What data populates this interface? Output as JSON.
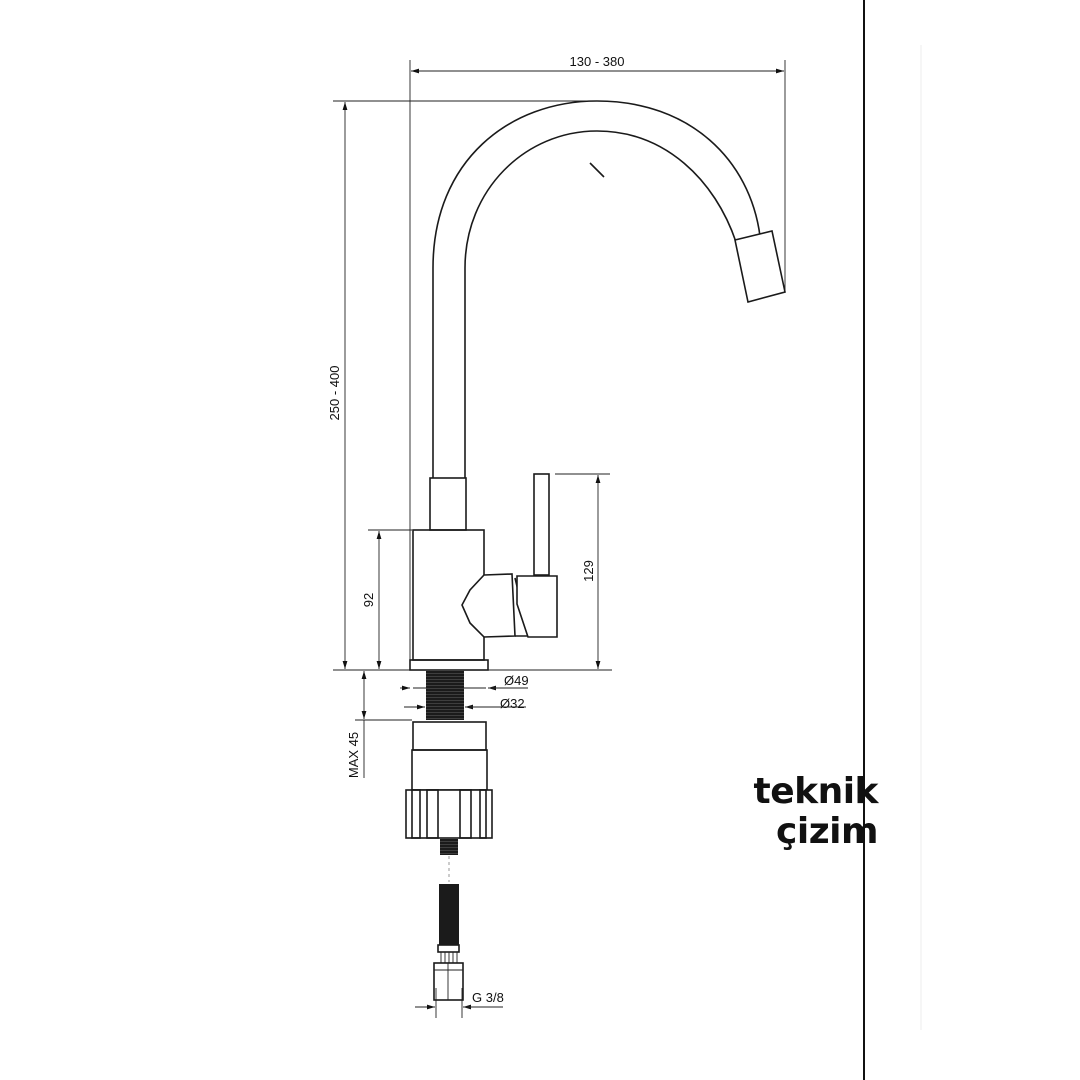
{
  "dimensions": {
    "spout_reach": "130 - 380",
    "total_height": "250 - 400",
    "body_height": "92",
    "lever_height": "129",
    "base_diameter": "Ø49",
    "thread_diameter": "Ø32",
    "max_mount_thickness": "MAX 45",
    "hose_connection": "G 3/8"
  },
  "brand_label": {
    "line1": "teknik",
    "line2": "çizim"
  }
}
